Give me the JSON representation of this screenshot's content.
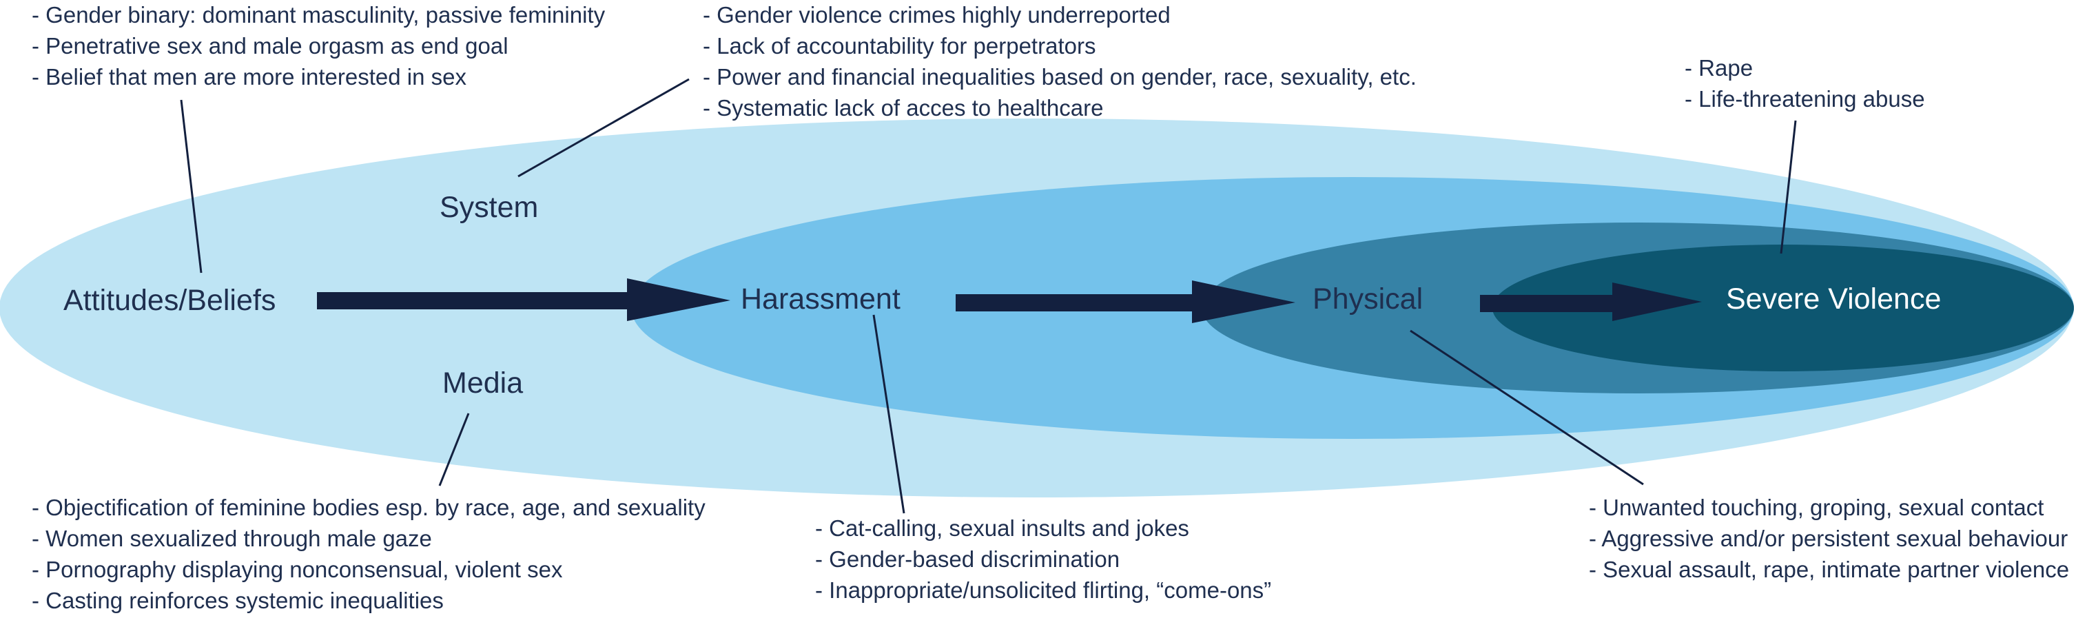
{
  "nodes": {
    "attitudes": "Attitudes/Beliefs",
    "system": "System",
    "media": "Media",
    "harassment": "Harassment",
    "physical": "Physical",
    "severe": "Severe Violence"
  },
  "annotations": {
    "attitudes": [
      "Gender binary: dominant masculinity, passive femininity",
      "Penetrative sex and male orgasm as end goal",
      "Belief that men are more interested in sex"
    ],
    "system": [
      "Gender violence crimes highly underreported",
      "Lack of accountability for perpetrators",
      "Power and financial inequalities based on gender, race, sexuality, etc.",
      "Systematic lack of acces to healthcare"
    ],
    "severe": [
      "Rape",
      "Life-threatening abuse"
    ],
    "media": [
      "Objectification of feminine bodies esp. by race, age, and sexuality",
      "Women sexualized through male gaze",
      "Pornography displaying nonconsensual, violent sex",
      "Casting reinforces systemic inequalities"
    ],
    "harassment": [
      "Cat-calling, sexual insults and jokes",
      "Gender-based discrimination",
      "Inappropriate/unsolicited flirting, “come-ons”"
    ],
    "physical": [
      "Unwanted touching, groping, sexual contact",
      "Aggressive and/or persistent sexual behaviour",
      "Sexual assault, rape, intimate partner violence"
    ]
  },
  "colors": {
    "ellipse_outer": "#bee4f4",
    "ellipse_harassment": "#74c2eb",
    "ellipse_physical": "#3682a6",
    "ellipse_severe": "#0d5670",
    "arrow": "#13203f",
    "text": "#1f2f4f",
    "text_light": "#ffffff"
  }
}
